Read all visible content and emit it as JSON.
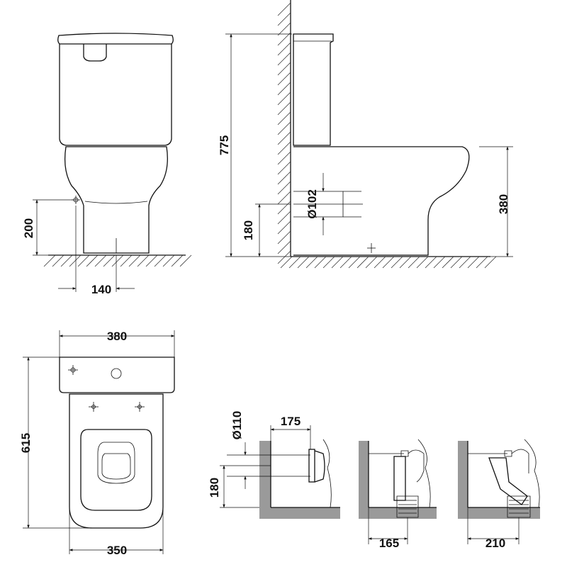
{
  "dimensions": {
    "front_height_200": "200",
    "front_width_140": "140",
    "side_height_775": "775",
    "side_outlet_diameter": "Ø102",
    "side_outlet_height_180": "180",
    "side_bowl_height_380": "380",
    "top_width_380": "380",
    "top_length_615": "615",
    "top_width_350": "350",
    "connector_diameter": "Ø110",
    "connector_length_175": "175",
    "connector_height_180": "180",
    "connector_offset_165": "165",
    "connector_offset_210": "210"
  }
}
